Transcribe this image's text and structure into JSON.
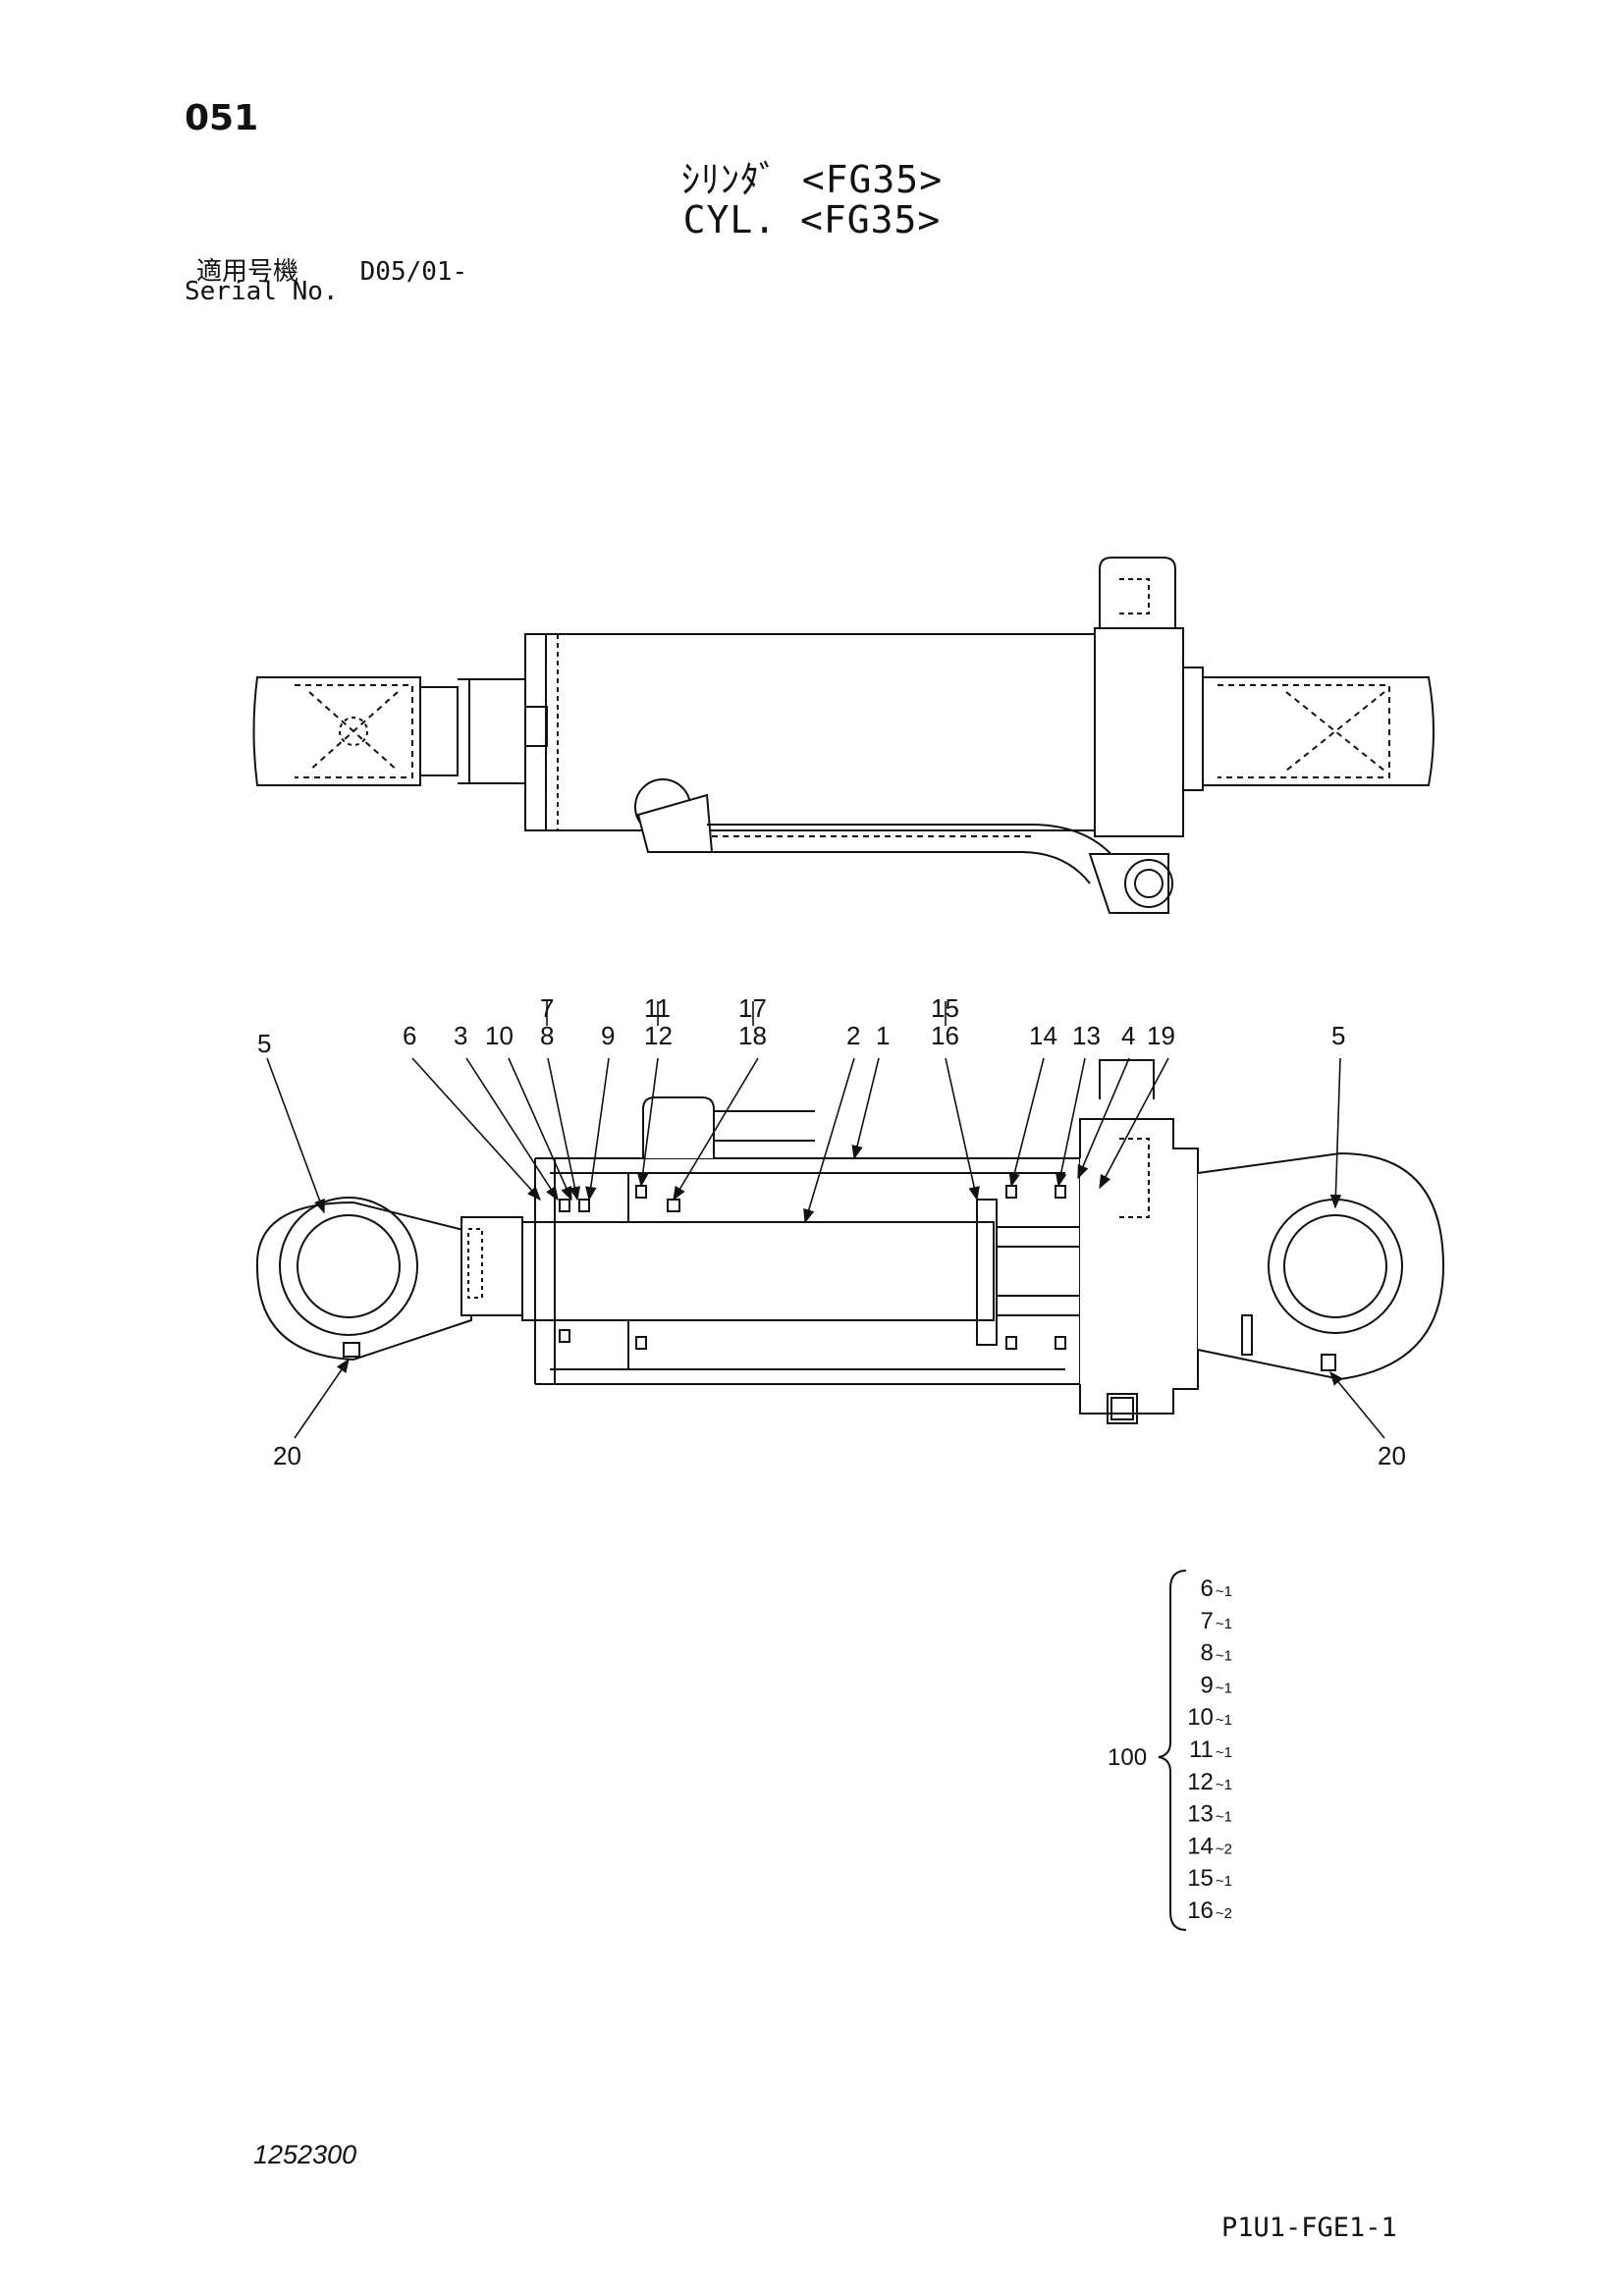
{
  "header": {
    "page_number": "051",
    "title_jp": "ｼﾘﾝﾀﾞ <FG35>",
    "title_en": "CYL. <FG35>",
    "serial_label_jp": "適用号機",
    "serial_value": "D05/01-",
    "serial_label_en": "Serial No."
  },
  "callouts": [
    "5",
    "6",
    "3",
    "10",
    "7",
    "8",
    "9",
    "11",
    "12",
    "17",
    "18",
    "2",
    "1",
    "15",
    "16",
    "14",
    "13",
    "4",
    "19",
    "5",
    "20",
    "20"
  ],
  "kit": {
    "label": "100",
    "items": [
      {
        "part": "6",
        "qty": "1"
      },
      {
        "part": "7",
        "qty": "1"
      },
      {
        "part": "8",
        "qty": "1"
      },
      {
        "part": "9",
        "qty": "1"
      },
      {
        "part": "10",
        "qty": "1"
      },
      {
        "part": "11",
        "qty": "1"
      },
      {
        "part": "12",
        "qty": "1"
      },
      {
        "part": "13",
        "qty": "1"
      },
      {
        "part": "14",
        "qty": "2"
      },
      {
        "part": "15",
        "qty": "1"
      },
      {
        "part": "16",
        "qty": "2"
      }
    ]
  },
  "footer": {
    "drawing_number": "1252300",
    "page_code": "P1U1-FGE1-1"
  }
}
